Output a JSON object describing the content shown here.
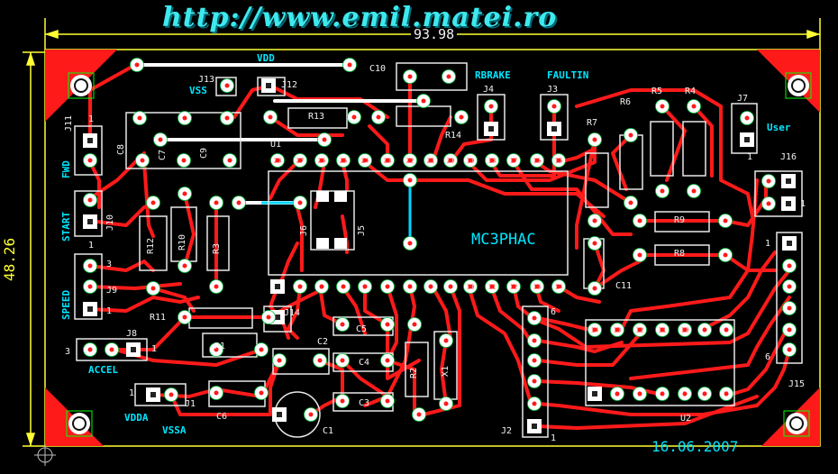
{
  "header": {
    "url": "http://www.emil.matei.ro"
  },
  "dimensions": {
    "width": "93.98",
    "height": "48.26"
  },
  "board": {
    "ic_main": "MC3PHAC",
    "date": "16.06.2007",
    "colors": {
      "background": "#000000",
      "copper": "#ff2020",
      "jumper": "#ffffff",
      "silkscreen": "#ffffff",
      "labels": "#00e6ff",
      "dimension": "#ffff33",
      "pad": "#ffffff",
      "corner": "#ff0000"
    }
  },
  "labels": {
    "vdd": "VDD",
    "vss": "VSS",
    "rbrake": "RBRAKE",
    "faultin": "FAULTIN",
    "user": "User",
    "fwd": "FWD",
    "start": "START",
    "speed": "SPEED",
    "accel": "ACCEL",
    "vdda": "VDDA",
    "vssa": "VSSA",
    "u1": "U1",
    "u2": "U2",
    "c1": "C1",
    "c2": "C2",
    "c3": "C3",
    "c4": "C4",
    "c5": "C5",
    "c6": "C6",
    "c7": "C7",
    "c8": "C8",
    "c9": "C9",
    "c10": "C10",
    "c11": "C11",
    "r1": "R1",
    "r2": "R2",
    "r3": "R3",
    "r4": "R4",
    "r5": "R5",
    "r6": "R6",
    "r7": "R7",
    "r8": "R8",
    "r9": "R9",
    "r10": "R10",
    "r11": "R11",
    "r12": "R12",
    "r13": "R13",
    "r14": "R14",
    "x1": "X1",
    "j1": "J1",
    "j2": "J2",
    "j3": "J3",
    "j4": "J4",
    "j5": "J5",
    "j6": "J6",
    "j7": "J7",
    "j8": "J8",
    "j9": "J9",
    "j10": "J10",
    "j11": "J11",
    "j12": "J12",
    "j13": "J13",
    "j14": "J14",
    "j15": "J15",
    "j16": "J16",
    "n1": "1",
    "n3": "3",
    "n6": "6"
  }
}
